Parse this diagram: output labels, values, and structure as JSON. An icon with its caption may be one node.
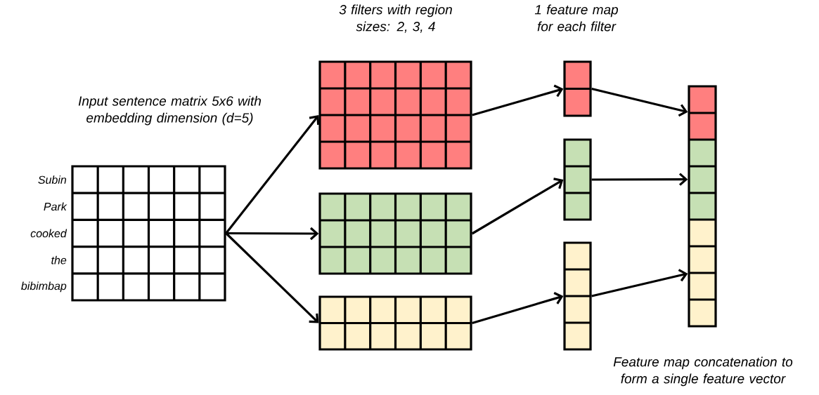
{
  "diagram": {
    "nodes": [
      {
        "text": [
          "Input sentence matrix 5x6 with embedding dimension (d=5)"
        ],
        "beside": [
          "Subin",
          "Park",
          "cooked",
          "the",
          "bibimbap"
        ]
      },
      {
        "text": [],
        "shape": "grid"
      },
      {
        "text": [],
        "shape": "grid"
      },
      {
        "text": [],
        "shape": "grid"
      },
      {
        "text": [],
        "shape": "grid"
      },
      {
        "text": [],
        "shape": "grid"
      },
      {
        "text": [],
        "shape": "grid"
      },
      {
        "text": [],
        "shape": "grid",
        "beside": [
          "Feature map concatenation to form a single feature vector"
        ]
      }
    ],
    "edges": [
      {
        "from": 0,
        "to": 1,
        "arrow": "to"
      },
      {
        "from": 0,
        "to": 2,
        "arrow": "to"
      },
      {
        "from": 0,
        "to": 3,
        "arrow": "to"
      },
      {
        "from": 1,
        "to": 4,
        "arrow": "to"
      },
      {
        "from": 2,
        "to": 5,
        "arrow": "to"
      },
      {
        "from": 3,
        "to": 6,
        "arrow": "to"
      },
      {
        "from": 4,
        "to": 7,
        "arrow": "to"
      },
      {
        "from": 5,
        "to": 7,
        "arrow": "to"
      },
      {
        "from": 6,
        "to": 7,
        "arrow": "to"
      }
    ],
    "labels": [
      "3 filters with region sizes: 2, 3, 4",
      "1 feature map for each filter"
    ]
  }
}
